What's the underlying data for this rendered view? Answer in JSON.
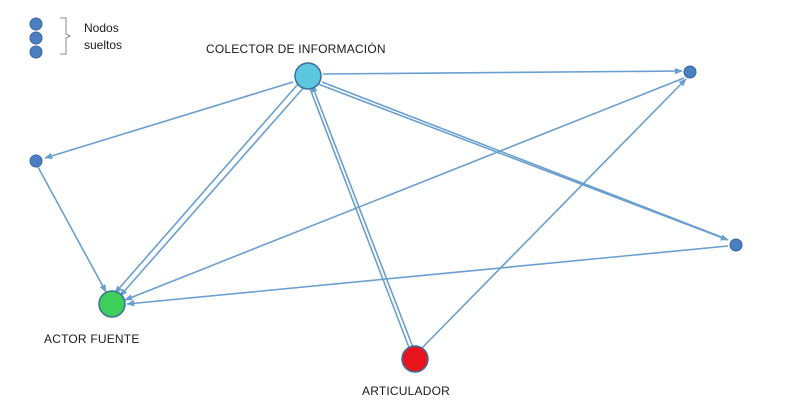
{
  "legend": {
    "line1": "Nodos",
    "line2": "sueltos"
  },
  "nodes": {
    "collector": {
      "label": "COLECTOR DE INFORMACIÓN",
      "color": "#5bc8e0"
    },
    "source": {
      "label": "ACTOR FUENTE",
      "color": "#3ecf5a"
    },
    "articulator": {
      "label": "ARTICULADOR",
      "color": "#e8141b"
    },
    "loose_color": "#4a7fc1"
  },
  "edge_color": "#6a9fd0"
}
